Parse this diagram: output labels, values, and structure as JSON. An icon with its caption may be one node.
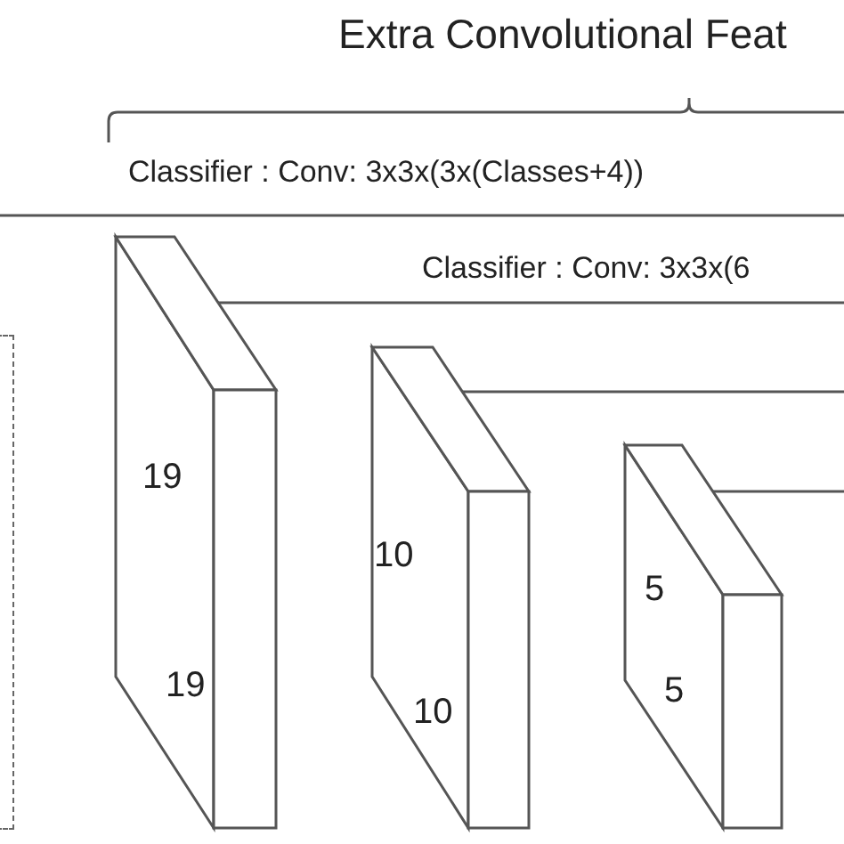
{
  "diagram": {
    "title": "Extra Convolutional Feat",
    "nodes": [
      {
        "text": [],
        "shape": "box"
      },
      {
        "text": [
          "19",
          "19"
        ]
      },
      {
        "text": [
          "10",
          "10"
        ]
      },
      {
        "text": [
          "5",
          "5"
        ]
      }
    ],
    "edges": [
      {
        "from": 1,
        "to": null,
        "arrow": "none"
      },
      {
        "from": 2,
        "to": null,
        "arrow": "none"
      },
      {
        "from": 3,
        "to": null,
        "arrow": "none"
      }
    ],
    "labels": [
      "Classifier : Conv: 3x3x(3x(Classes+4))",
      "Classifier : Conv: 3x3x(6"
    ]
  }
}
